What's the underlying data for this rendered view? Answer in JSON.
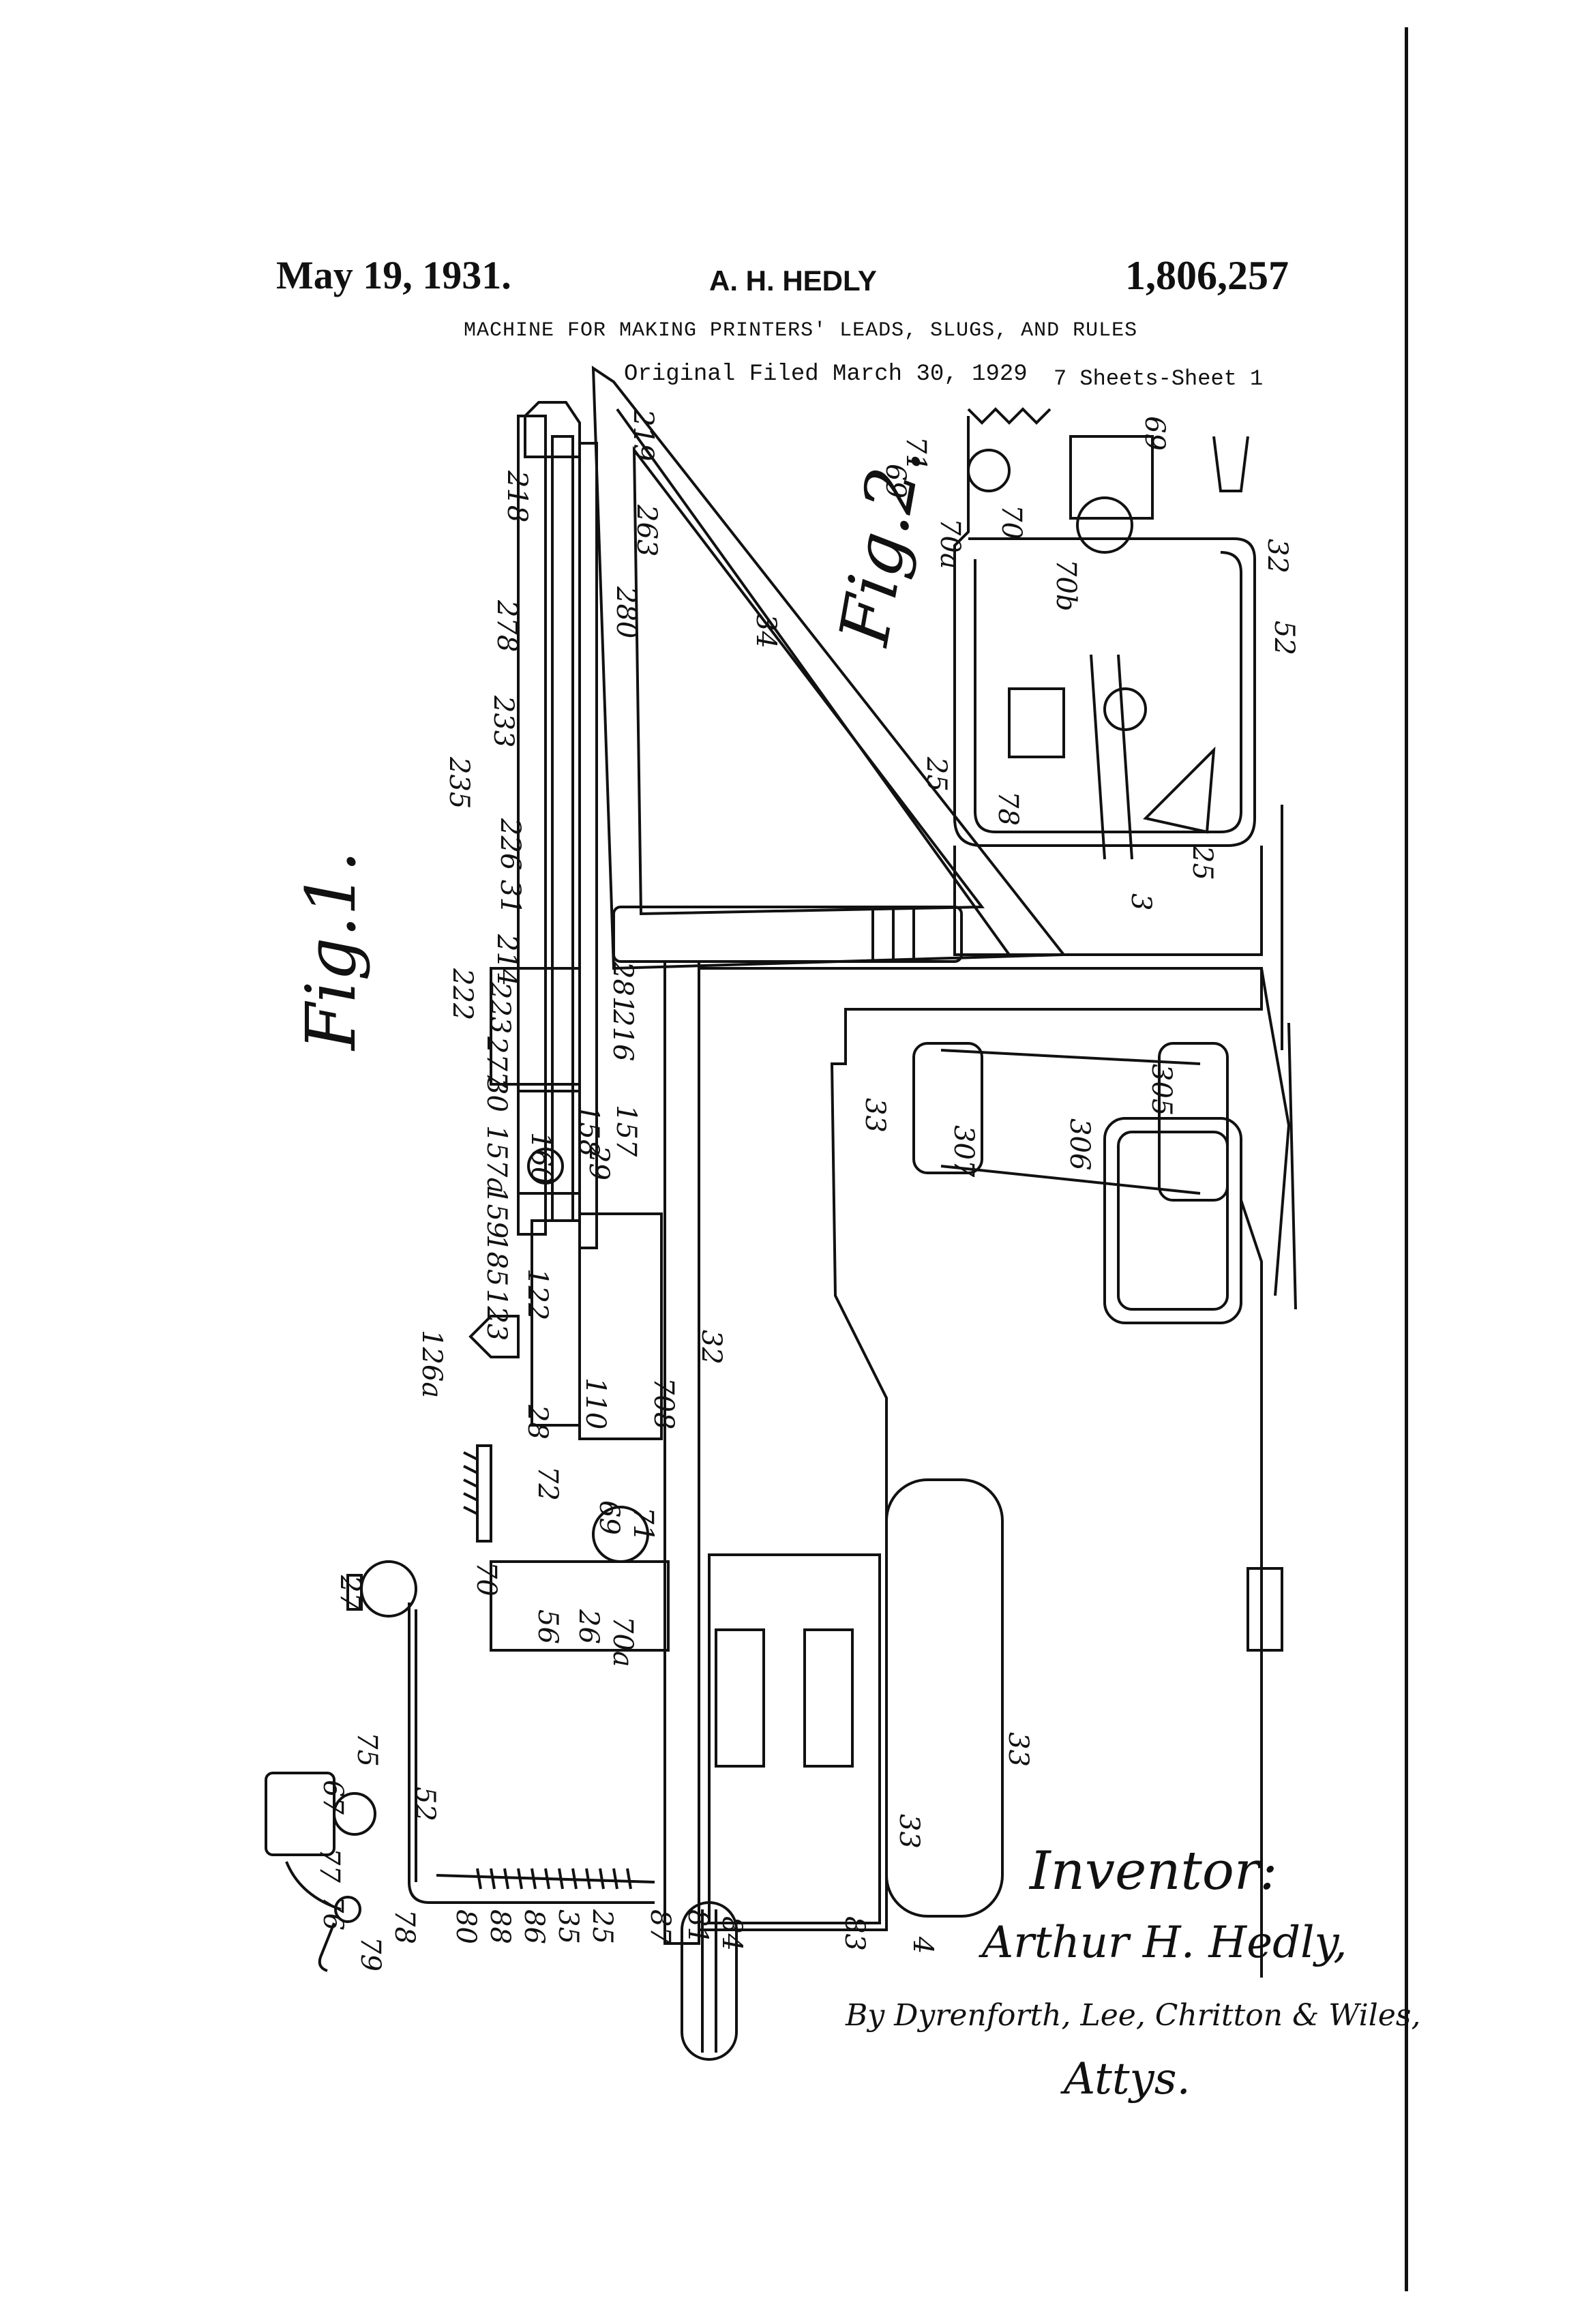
{
  "header": {
    "date": "May 19, 1931.",
    "inventor": "A. H. HEDLY",
    "patent_number": "1,806,257",
    "title": "MACHINE FOR MAKING PRINTERS' LEADS, SLUGS, AND RULES",
    "filed": "Original Filed March 30, 1929",
    "sheets": "7 Sheets-Sheet 1"
  },
  "figures": {
    "fig1": "Fig.1.",
    "fig2": "Fig.2."
  },
  "fig1_labels": [
    "218",
    "219",
    "263",
    "278",
    "280",
    "233",
    "235",
    "226",
    "31",
    "214",
    "34",
    "222",
    "223",
    "277",
    "30",
    "216",
    "281",
    "157a",
    "160",
    "159",
    "185",
    "29",
    "158",
    "157",
    "123",
    "122",
    "126a",
    "28",
    "110",
    "708",
    "32",
    "72",
    "33",
    "307",
    "306",
    "305",
    "70",
    "69",
    "71",
    "27",
    "56",
    "26",
    "70a",
    "75",
    "67",
    "52",
    "77",
    "76",
    "79",
    "78",
    "80",
    "88",
    "86",
    "35",
    "25",
    "87",
    "81",
    "84",
    "83",
    "4",
    "33",
    "33"
  ],
  "fig2_labels": [
    "71",
    "69",
    "70a",
    "70",
    "70b",
    "69",
    "32",
    "52",
    "25",
    "78",
    "25",
    "3"
  ],
  "signature": {
    "inventor_heading": "Inventor:",
    "inventor_name": "Arthur H. Hedly,",
    "attorneys_by": "By Dyrenforth, Lee, Chritton & Wiles,",
    "attorneys_label": "Attys."
  }
}
